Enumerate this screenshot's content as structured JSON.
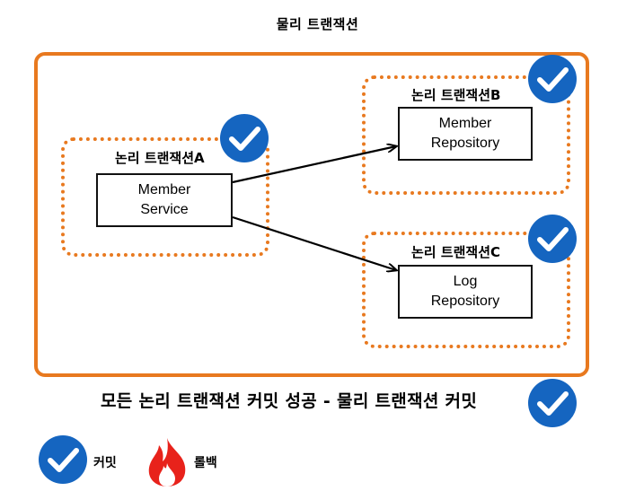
{
  "title": "물리 트랜잭션",
  "transactions": {
    "a": {
      "label": "논리 트랜잭션A",
      "box_line1": "Member",
      "box_line2": "Service"
    },
    "b": {
      "label": "논리 트랜잭션B",
      "box_line1": "Member",
      "box_line2": "Repository"
    },
    "c": {
      "label": "논리 트랜잭션C",
      "box_line1": "Log",
      "box_line2": "Repository"
    }
  },
  "result_text": "모든 논리 트랜잭션 커밋 성공 - 물리 트랜잭션 커밋",
  "legend": {
    "commit_label": "커밋",
    "rollback_label": "롤백"
  },
  "colors": {
    "orange": "#e8791f",
    "check_blue": "#1565c0",
    "flame_red": "#e8221b"
  }
}
